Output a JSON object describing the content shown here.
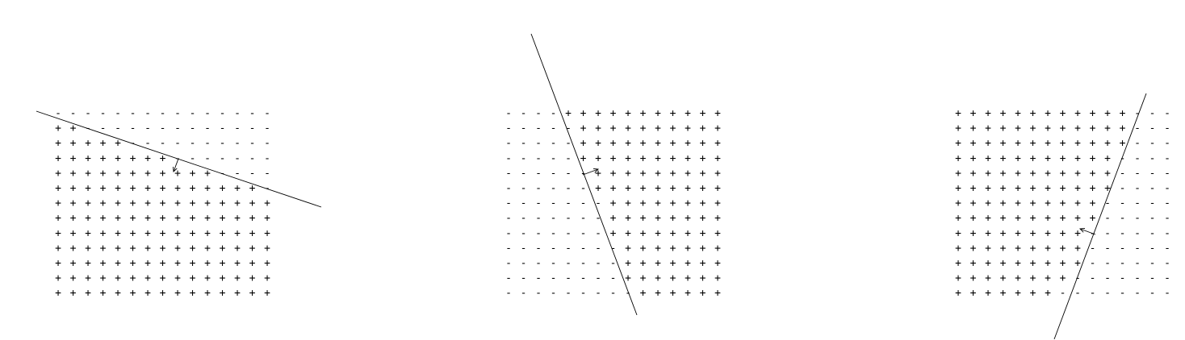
{
  "panels": [
    {
      "id": "left",
      "grid": [
        "-   -   -   -   -   -   -   -   -   -   -   -   -   -   -",
        "+ + - - - - - - - - - - - - -",
        "+ + + + + - - - - - - - - - -",
        "+ + + + + + + + - - - - - - -",
        "+ + + + + + + + + + + - - - -",
        "+ + + + + + + + + + + + + + -",
        "+ + + + + + + + + + + + + + +",
        "+ + + + + + + + + + + + + + +",
        "+ + + + + + + + + + + + + + +",
        "+ + + + + + + + + + + + + + +",
        "+ + + + + + + + + + + + + + +",
        "+ + + + + + + + + + + + + + +",
        "+ + + + + + + + + + + + + + +"
      ]
    },
    {
      "id": "middle",
      "grid": [
        "- - - - + + + + + + + + + + +",
        "- - - - - + + + + + + + + + +",
        "- - - - - + + + + + + + + + +",
        "- - - - - + + + + + + + + + +",
        "- - - - - - + + + + + + + + +",
        "- - - - - - + + + + + + + + +",
        "- - - - - - - + + + + + + + +",
        "- - - - - - - + + + + + + + +",
        "- - - - - - - + + + + + + + +",
        "- - - - - - - - + + + + + + +",
        "- - - - - - - - + + + + + + +",
        "- - - - - - - - + + + + + + +",
        "- - - - - - - - - + + + + + +"
      ]
    },
    {
      "id": "right",
      "grid": [
        "+ + + + + + + + + + + + - - -",
        "+ + + + + + + + + + + + - - -",
        "+ + + + + + + + + + + + - - -",
        "+ + + + + + + + + + + - - - -",
        "+ + + + + + + + + + + - - - -",
        "+ + + + + + + + + + + - - - -",
        "+ + + + + + + + + + - - - - -",
        "+ + + + + + + + + + - - - - -",
        "+ + + + + + + + + - - - - - -",
        "+ + + + + + + + + - - - - - -",
        "+ + + + + + + + + - - - - - -",
        "+ + + + + + + + - - - - - - -",
        "+ + + + + + + - - - - - - - -"
      ]
    }
  ]
}
